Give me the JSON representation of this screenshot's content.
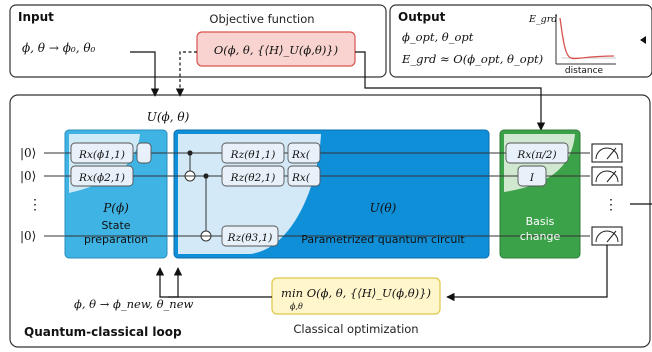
{
  "input": {
    "heading": "Input",
    "mapping": "ϕ, θ → ϕ₀, θ₀",
    "objective_label": "Objective function",
    "objective_formula": "O(ϕ, θ, {⟨H⟩_U(ϕ,θ)})"
  },
  "output": {
    "heading": "Output",
    "params": "ϕ_opt, θ_opt",
    "energy": "E_grd ≈ O(ϕ_opt, θ_opt)",
    "plot_ylabel": "E_grd",
    "plot_xlabel": "distance"
  },
  "loop": {
    "heading": "Quantum-classical loop",
    "unitary_label": "U(ϕ, θ)",
    "kets": [
      "|0⟩",
      "|0⟩",
      "⋮",
      "|0⟩"
    ],
    "state_prep": {
      "symbol": "P(ϕ)",
      "title_line1": "State",
      "title_line2": "preparation",
      "gates": [
        "Rx(ϕ1,1)",
        "Rx(ϕ2,1)"
      ]
    },
    "circuit": {
      "symbol": "U(θ)",
      "title": "Parametrized quantum circuit",
      "gates": [
        "Rz(θ1,1)",
        "Rx(",
        "Rz(θ2,1)",
        "Rx(",
        "Rz(θ3,1)"
      ]
    },
    "basis": {
      "title_line1": "Basis",
      "title_line2": "change",
      "gates": [
        "Rx(π/2)",
        "I"
      ]
    },
    "update": "ϕ, θ → ϕ_new, θ_new",
    "classical_formula": "min O(ϕ, θ, {⟨H⟩_U(ϕ,θ)})",
    "classical_subscript": "ϕ,θ",
    "classical_label": "Classical optimization"
  },
  "colors": {
    "state_prep": "#3fb3e3",
    "state_prep_light": "#cdeaf6",
    "circuit": "#0f8fd8",
    "circuit_light": "#d3e9f7",
    "basis": "#3ca24a",
    "basis_light": "#cfe8cf",
    "objective_fill": "#f8d3cf",
    "objective_stroke": "#d9534f",
    "classical_fill": "#fff6cc",
    "classical_stroke": "#e0c64a"
  }
}
